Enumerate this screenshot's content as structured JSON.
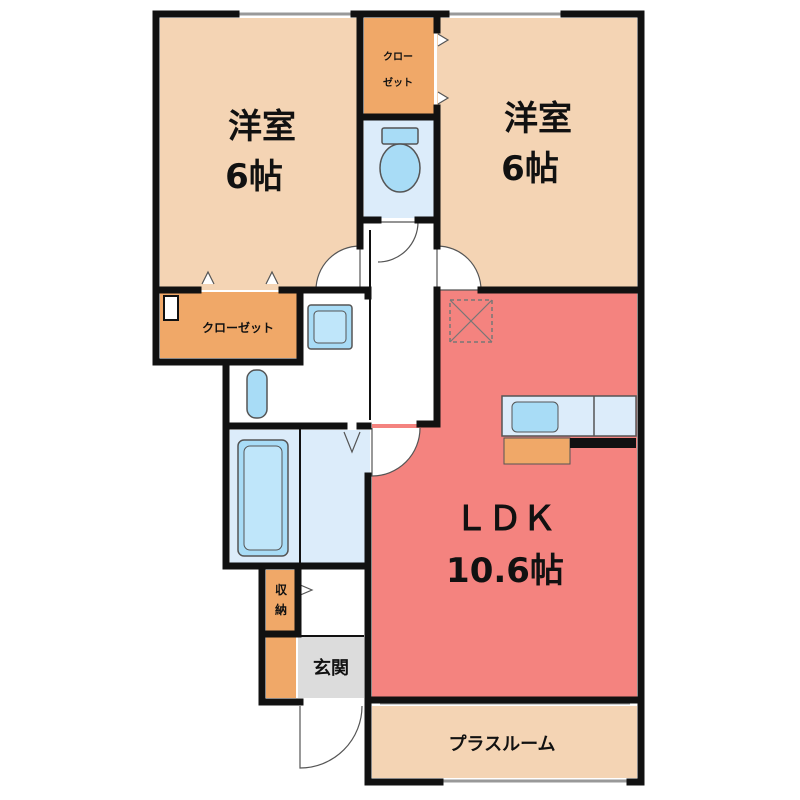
{
  "rooms": {
    "western_room_left": {
      "name": "洋室",
      "size": "6帖"
    },
    "western_room_right": {
      "name": "洋室",
      "size": "6帖"
    },
    "ldk": {
      "name": "ＬＤＫ",
      "size": "10.6帖"
    },
    "closet_top": {
      "line1": "クロー",
      "line2": "ゼット"
    },
    "closet_left": {
      "label": "クローゼット"
    },
    "storage": {
      "line1": "収",
      "line2": "納"
    },
    "entrance": {
      "label": "玄関"
    },
    "plus_room": {
      "label": "プラスルーム"
    }
  },
  "colors": {
    "western_room": "#f4d4b4",
    "closet": "#f0a868",
    "ldk": "#f4837f",
    "wet_area": "#dcecfa",
    "fixture": "#a8dcf6",
    "entrance": "#dcdcdc",
    "wall": "#111111"
  }
}
